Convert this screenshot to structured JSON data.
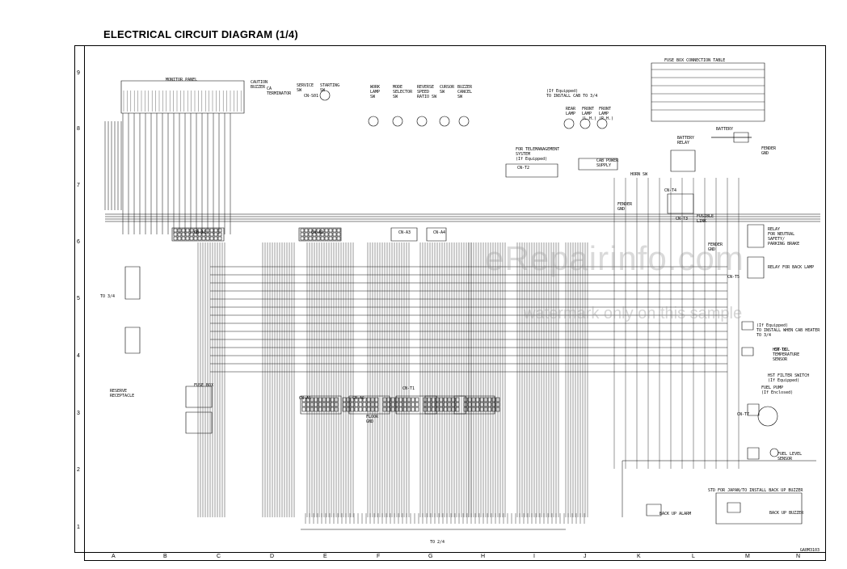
{
  "title": "ELECTRICAL CIRCUIT DIAGRAM (1/4)",
  "row_numbers": [
    "9",
    "8",
    "7",
    "6",
    "5",
    "4",
    "3",
    "2",
    "1"
  ],
  "column_letters": [
    "A",
    "B",
    "C",
    "D",
    "E",
    "F",
    "G",
    "H",
    "I",
    "J",
    "K",
    "L",
    "M",
    "N"
  ],
  "drawing_code": "GA0M3103",
  "watermark": {
    "main": "eRepairinfo.com",
    "sub": "watermark only on this sample"
  },
  "labels": {
    "monitor_panel": "MONITOR PANEL",
    "caution_buzzer": "CAUTION\nBUZZER",
    "terminator": "CA\nTERMINATOR",
    "service_sw": "SERVICE\nSW",
    "starting_sw": "STARTING\nSW",
    "work_lamp_sw": "WORK\nLAMP\nSW",
    "mode_selector_sw": "MODE\nSELECTOR\nSW",
    "reverse_speed_ratio_sw": "REVERSE\nSPEED\nRATIO SW",
    "cursor_sw": "CURSOR\nSW",
    "buzzer_cancel_sw": "BUZZER\nCANCEL\nSW",
    "cab_note": "(If Equipped)\nTO INSTALL CAB TO 3/4",
    "rear_lamp": "REAR\nLAMP",
    "front_lamp_l": "FRONT\nLAMP\n(L.H.)",
    "front_lamp_r": "FRONT\nLAMP\n(R.H.)",
    "telemanagement": "FOR TELEMANAGEMENT\nSYSTEM\n(If Equipped)",
    "cab_power_supply": "CAB POWER\nSUPPLY",
    "horn_sw": "HORN SW",
    "fender_gnd_1": "FENDER\nGND",
    "battery_relay": "BATTERY\nRELAY",
    "battery": "BATTERY",
    "fender_gnd_2": "FENDER\nGND",
    "fusible_link": "FUSIBLE\nLINK",
    "fender_gnd_3": "FENDER\nGND",
    "fuse_box_table_title": "FUSE BOX CONNECTION TABLE",
    "relay_neutral": "RELAY\nFOR NEUTRAL\nSAFETY/\nPARKING BRAKE",
    "relay_back_lamp": "RELAY FOR BACK LAMP",
    "install_cab_heater": "(If Equipped)\nTO INSTALL WHEN CAB HEATER\nTO 3/4",
    "hst_oil_temp": "HST OIL\nTEMPERATURE\nSENSOR",
    "hst_filter_switch": "HST FILTER SWITCH\n(If Equipped)",
    "fuel_pump": "FUEL PUMP\n(If Enclosed)",
    "fuel_level_sensor": "FUEL LEVEL\nSENSOR",
    "to_3_4": "TO 3/4",
    "reserve_receptacle": "RESERVE\nRECEPTACLE",
    "fuse_box": "FUSE BOX",
    "floor_gnd": "FLOOR\nGND",
    "to_2_4": "TO 2/4",
    "std_japan": "STD FOR JAPAN/TO INSTALL BACK UP BUZZER",
    "back_up_alarm": "BACK UP ALARM",
    "back_up_buzzer": "BACK UP BUZZER"
  },
  "connectors": [
    "CN-S01",
    "CN-A1",
    "CN-A2",
    "CN-A3",
    "CN-A4",
    "CN-A5",
    "CN-A6",
    "CN-T1",
    "CN-T2",
    "CN-T3",
    "CN-T4",
    "CN-T5",
    "CN-T6",
    "CN-T7"
  ]
}
